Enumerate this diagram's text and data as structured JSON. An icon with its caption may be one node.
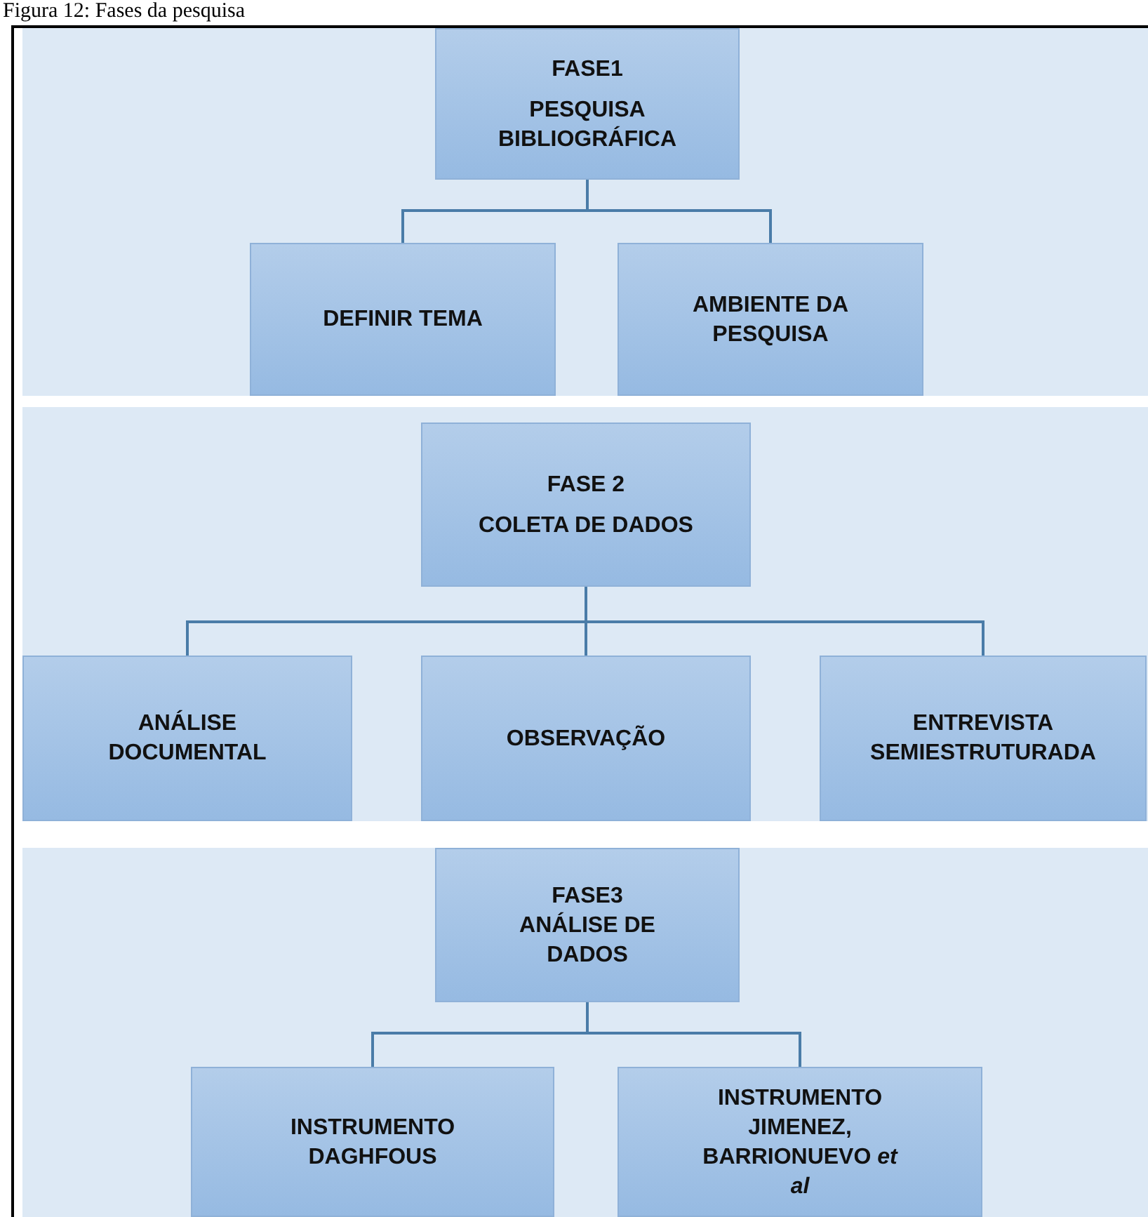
{
  "diagram": {
    "title": "Figura 12: Fases da pesquisa",
    "nodes": [
      {
        "text": [],
        "shape": "band"
      },
      {
        "text": [
          "FASE1",
          "PESQUISA BIBLIOGRÁFICA"
        ],
        "in": 0
      },
      {
        "text": [
          "DEFINIR TEMA"
        ],
        "in": 0
      },
      {
        "text": [
          "AMBIENTE DA PESQUISA"
        ],
        "in": 0
      },
      {
        "text": [],
        "shape": "band"
      },
      {
        "text": [
          "FASE 2",
          "COLETA DE DADOS"
        ],
        "in": 4
      },
      {
        "text": [
          "ANÁLISE DOCUMENTAL"
        ],
        "in": 4
      },
      {
        "text": [
          "OBSERVAÇÃO"
        ],
        "in": 4
      },
      {
        "text": [
          "ENTREVISTA SEMIESTRUTURADA"
        ],
        "in": 4
      },
      {
        "text": [],
        "shape": "band"
      },
      {
        "text": [
          "FASE3",
          "ANÁLISE DE DADOS"
        ],
        "in": 9
      },
      {
        "text": [
          "INSTRUMENTO DAGHFOUS"
        ],
        "in": 9
      },
      {
        "text": [
          "INSTRUMENTO JIMENEZ, BARRIONUEVO *et al*"
        ],
        "in": 9
      }
    ],
    "edges": [
      {
        "from": 1,
        "to": 2,
        "arrow": "none"
      },
      {
        "from": 1,
        "to": 3,
        "arrow": "none"
      },
      {
        "from": 5,
        "to": 6,
        "arrow": "none"
      },
      {
        "from": 5,
        "to": 7,
        "arrow": "none"
      },
      {
        "from": 5,
        "to": 8,
        "arrow": "none"
      },
      {
        "from": 10,
        "to": 11,
        "arrow": "none"
      },
      {
        "from": 10,
        "to": 12,
        "arrow": "none"
      }
    ]
  }
}
